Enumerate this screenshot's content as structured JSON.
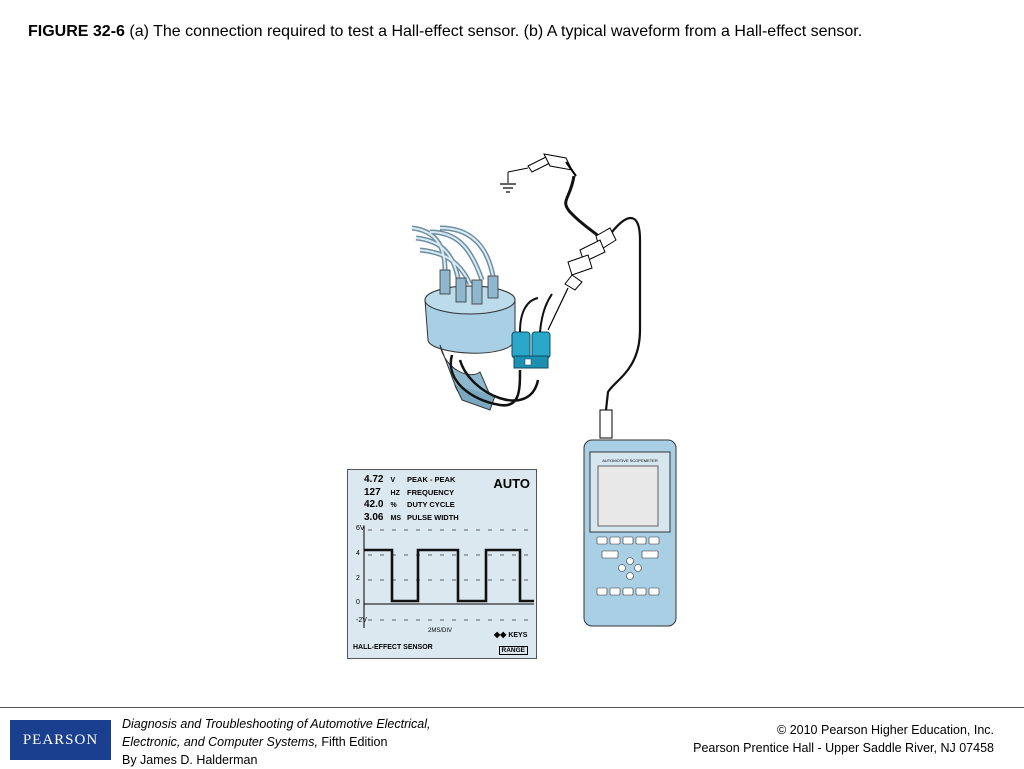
{
  "caption": {
    "label": "FIGURE 32-6",
    "text": "(a) The connection required to test a Hall-effect sensor. (b) A typical waveform from a Hall-effect sensor."
  },
  "scope": {
    "readings": [
      {
        "value": "4.72",
        "unit": "V",
        "name": "PEAK - PEAK"
      },
      {
        "value": "127",
        "unit": "HZ",
        "name": "FREQUENCY"
      },
      {
        "value": "42.0",
        "unit": "%",
        "name": "DUTY CYCLE"
      },
      {
        "value": "3.06",
        "unit": "MS",
        "name": "PULSE WIDTH"
      }
    ],
    "mode": "AUTO",
    "y_labels": [
      "6V",
      "4",
      "2",
      "0",
      "-2V"
    ],
    "timebase": "2MS/DIV",
    "keys": "KEYS",
    "sensor_name": "HALL-EFFECT SENSOR",
    "range_button": "RANGE"
  },
  "meter": {
    "brand": "AUTOMOTIVE SCOPEMETER"
  },
  "footer": {
    "logo": "PEARSON",
    "book_line1": "Diagnosis and Troubleshooting of Automotive Electrical,",
    "book_line2_italic": "Electronic, and Computer Systems,",
    "book_line2_edition": " Fifth Edition",
    "book_line3": "By James D. Halderman",
    "copyright_line1": "© 2010 Pearson Higher Education, Inc.",
    "copyright_line2": "Pearson Prentice Hall - Upper Saddle River, NJ 07458"
  },
  "colors": {
    "panel_bg": "#dbe8f0",
    "distributor": "#a9cfe4",
    "connector": "#2aa7c9",
    "pearson_blue": "#1b3f8f"
  }
}
